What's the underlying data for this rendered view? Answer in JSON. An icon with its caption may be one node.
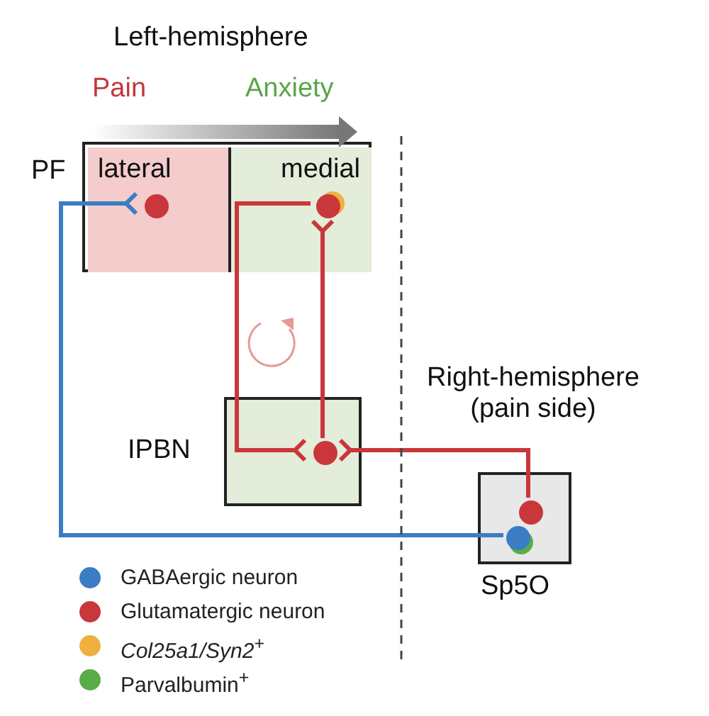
{
  "diagram": {
    "nodes": [
      {
        "text": [
          "PF"
        ]
      },
      {
        "text": [
          "lateral"
        ],
        "in": 0
      },
      {
        "text": [
          "medial"
        ],
        "in": 0
      },
      {
        "text": [
          "IPBN"
        ]
      },
      {
        "text": [
          "Sp5O"
        ]
      },
      {
        "text": [],
        "shape": "circle",
        "in": 1
      },
      {
        "text": [],
        "shape": "circle",
        "in": 2
      },
      {
        "text": [],
        "shape": "circle",
        "in": 3
      },
      {
        "text": [],
        "shape": "circle",
        "in": 4
      },
      {
        "text": [],
        "shape": "circle",
        "in": 4
      }
    ],
    "edges": [
      {
        "from": 9,
        "to": 5,
        "arrow": "other",
        "color": "#3b7dc4"
      },
      {
        "from": 6,
        "to": 7,
        "arrow": "other"
      },
      {
        "from": 7,
        "to": 6,
        "arrow": "other"
      },
      {
        "from": 8,
        "to": 7,
        "arrow": "other"
      }
    ],
    "labels": [
      "Left-hemisphere",
      "Pain",
      "Anxiety",
      "Right-hemisphere (pain side)"
    ],
    "legend": [
      {
        "text": "GABAergic neuron",
        "color": "#3b7dc4"
      },
      {
        "text": "Glutamatergic neuron",
        "color": "#c9373a"
      },
      {
        "text": "*Col25a1/Syn2*$^{+}$",
        "color": "#f0b040"
      },
      {
        "text": "Parvalbumin$^{+}$",
        "color": "#5aac4a"
      }
    ]
  }
}
